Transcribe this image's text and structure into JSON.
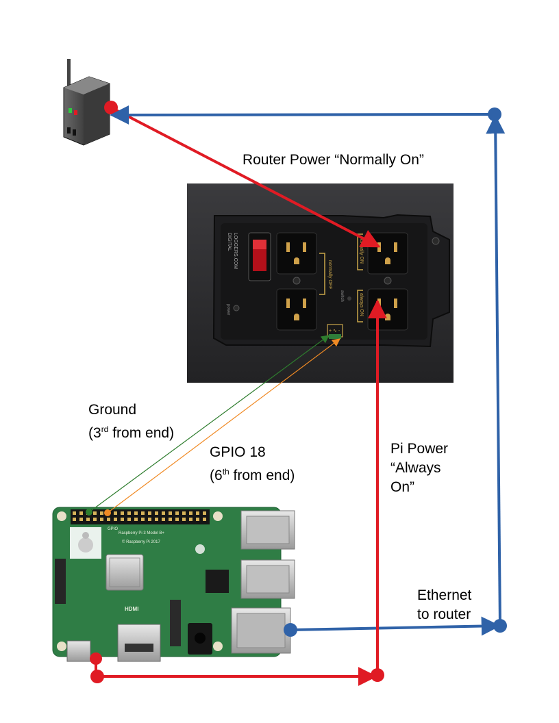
{
  "labels": {
    "router_power": "Router Power “Normally On”",
    "ground_line1": "Ground",
    "ground_line2_pre": "(3",
    "ground_line2_sup": "rd",
    "ground_line2_post": " from end)",
    "gpio_line1": "GPIO 18",
    "gpio_line2_pre": "(6",
    "gpio_line2_sup": "th",
    "gpio_line2_post": " from end)",
    "pi_power_line1": "Pi Power",
    "pi_power_line2": "“Always",
    "pi_power_line3": "On”",
    "ethernet_line1": "Ethernet",
    "ethernet_line2": "to router"
  },
  "power_strip": {
    "logo_line1": "DIGITAL",
    "logo_line2": "LOGGERS.COM",
    "group_off": "normally OFF",
    "group_on": "normally ON",
    "group_always": "always ON",
    "power": "power",
    "switch_label": "switch",
    "signal_symbol": "+ ∿ -"
  },
  "pi_board": {
    "model": "Raspberry Pi 3 Model B+",
    "copyright": "© Raspberry Pi 2017",
    "hdmi": "HDMI",
    "gpio": "GPIO"
  },
  "colors": {
    "power_wire": "#e01b24",
    "network_wire": "#2f62a8",
    "ground_wire": "#2e7d2e",
    "gpio_wire": "#f08a24",
    "photo_background": "#2d2d30",
    "board": "#2f7d45"
  }
}
